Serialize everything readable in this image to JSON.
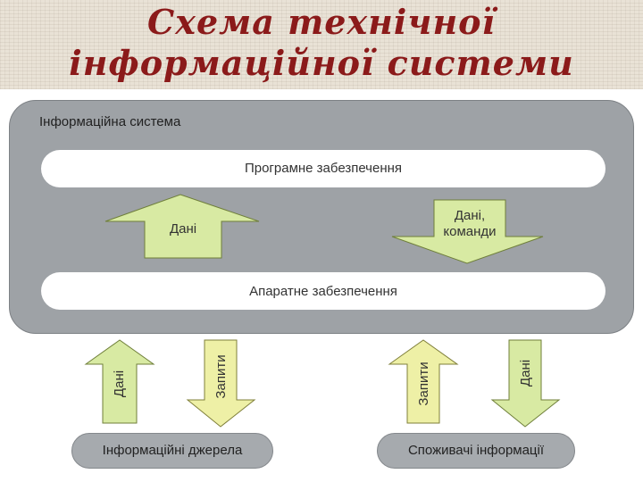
{
  "title": {
    "line1": "Схема технічної",
    "line2": "інформаційної системи"
  },
  "system": {
    "label": "Інформаційна система",
    "software_label": "Програмне забезпечення",
    "hardware_label": "Апаратне забезпечення"
  },
  "inner_arrows": {
    "up_label": "Дані",
    "down_label_line1": "Дані,",
    "down_label_line2": "команди"
  },
  "outer_arrows": {
    "left_up_label": "Дані",
    "left_down_label": "Запити",
    "right_up_label": "Запити",
    "right_down_label": "Дані"
  },
  "sources_label": "Інформаційні джерела",
  "consumers_label": "Споживачі інформації",
  "colors": {
    "title": "#8b1a1a",
    "system_fill": "#9ea2a6",
    "arrow_green": "#d8eaa3",
    "arrow_yellow": "#eef0a6"
  }
}
